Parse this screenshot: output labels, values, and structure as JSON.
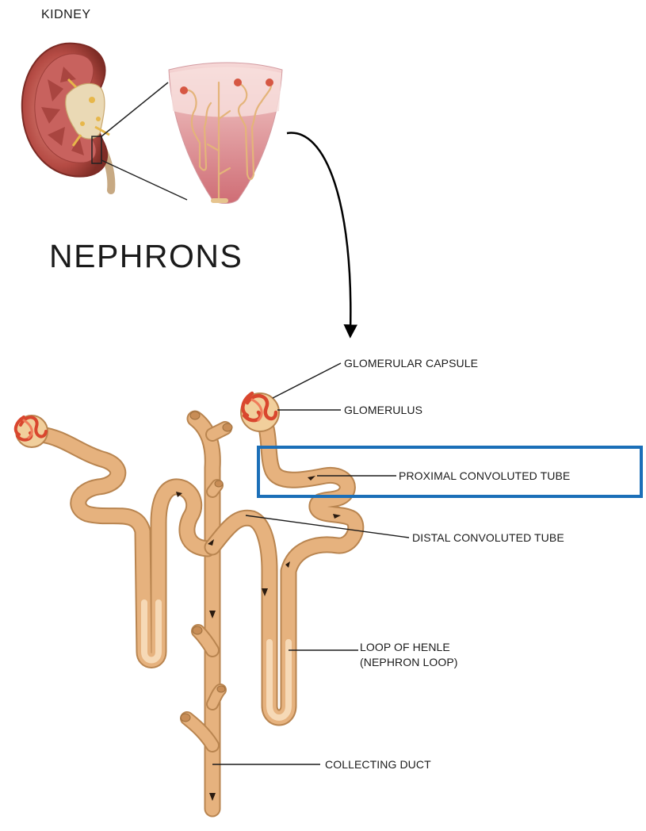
{
  "title_kidney": "KIDNEY",
  "title_nephrons": "NEPHRONS",
  "labels": {
    "glomerular_capsule": "GLOMERULAR CAPSULE",
    "glomerulus": "GLOMERULUS",
    "proximal": "PROXIMAL CONVOLUTED TUBE",
    "distal": "DISTAL CONVOLUTED TUBE",
    "loop_line1": "LOOP OF HENLE",
    "loop_line2": "(NEPHRON LOOP)",
    "collecting_duct": "COLLECTING DUCT"
  },
  "colors": {
    "tubule": "#e6b27e",
    "tubule_edge": "#b98550",
    "tubule_light": "#f6d9b6",
    "kidney_outer": "#8b3a2f",
    "kidney_inner": "#c9686b",
    "pyramid": "#d9868c",
    "highlight_box": "#1b6fb8",
    "vessel": "#d9462e"
  }
}
